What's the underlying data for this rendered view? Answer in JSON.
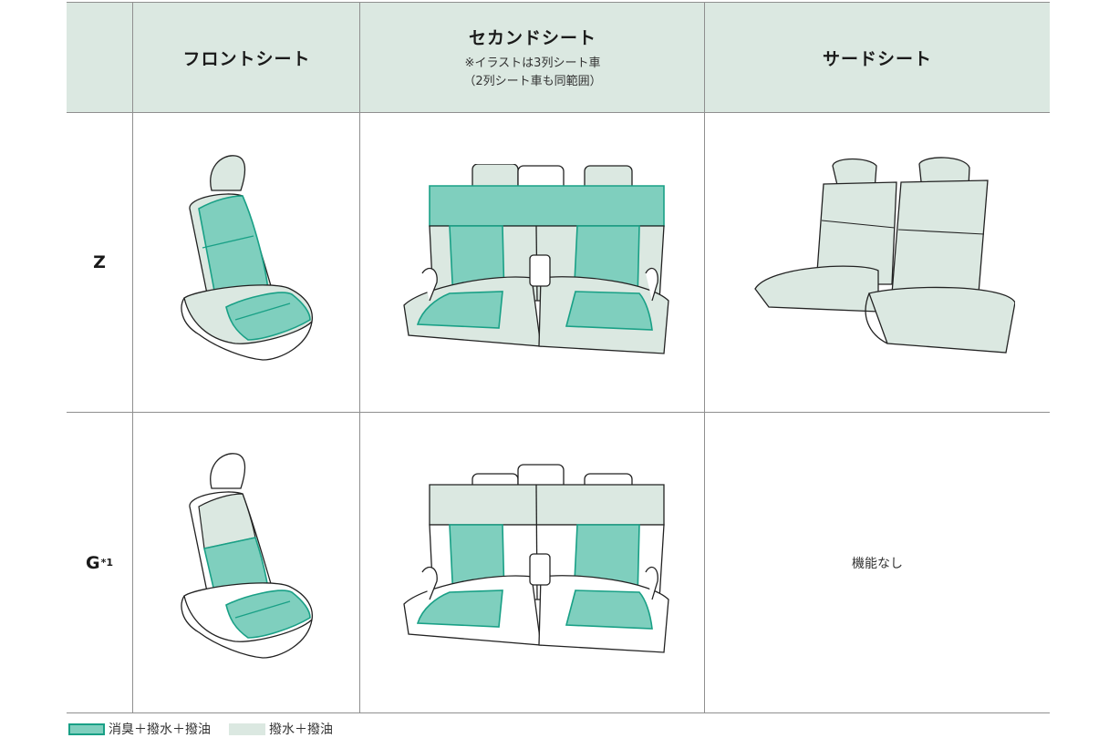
{
  "header": {
    "front": "フロントシート",
    "second": "セカンドシート",
    "second_note1": "※イラストは3列シート車",
    "second_note2": "（2列シート車も同範囲）",
    "third": "サードシート"
  },
  "rows": [
    {
      "grade": "Z",
      "grade_sup": ""
    },
    {
      "grade": "G",
      "grade_sup": "*1",
      "third_text": "機能なし"
    }
  ],
  "legend": [
    {
      "label": "消臭＋撥水＋撥油"
    },
    {
      "label": "撥水＋撥油"
    }
  ],
  "colors": {
    "header_bg": "#dbe8e1",
    "treated_fill": "#7fcfbe",
    "treated_stroke": "#19a086",
    "water_oil_fill": "#dbe8e1"
  }
}
